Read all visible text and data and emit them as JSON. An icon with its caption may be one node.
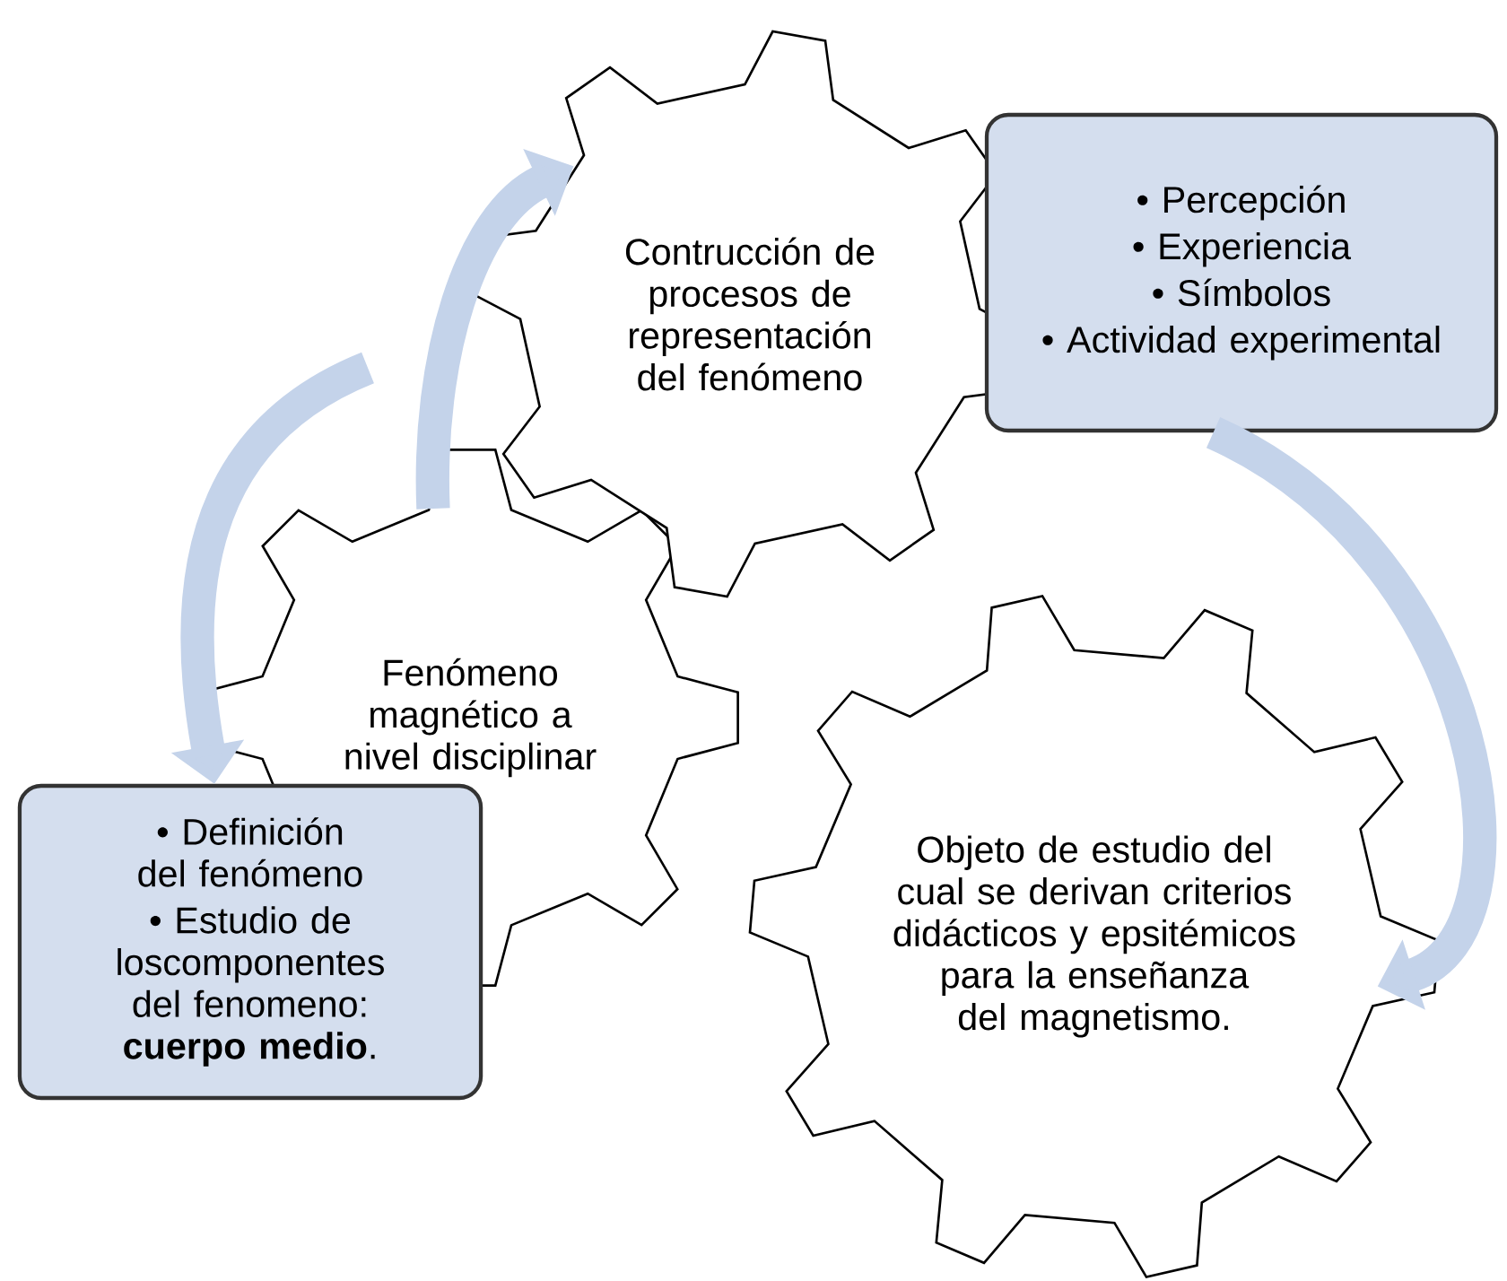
{
  "diagram": {
    "nodes": [
      {
        "text": [
          "Contrucción de procesos de representación del fenómeno"
        ]
      },
      {
        "text": [
          "• Percepción",
          "• Experiencia",
          "• Símbolos",
          "• Actividad experimental"
        ]
      },
      {
        "text": [
          "Fenómeno magnético a nivel disciplinar"
        ]
      },
      {
        "text": [
          "• Definición del fenómeno",
          "• Estudio de loscomponentes del fenomeno: **cuerpo medio**."
        ]
      },
      {
        "text": [
          "Objeto de estudio del cual se derivan criterios didácticos y epsitémicos para la enseñanza del magnetismo."
        ]
      }
    ],
    "edges": [
      {
        "from": 2,
        "to": 0,
        "arrow": "to"
      },
      {
        "from": null,
        "to": 3,
        "arrow": "to"
      },
      {
        "from": 1,
        "to": 4,
        "arrow": "to"
      }
    ]
  }
}
